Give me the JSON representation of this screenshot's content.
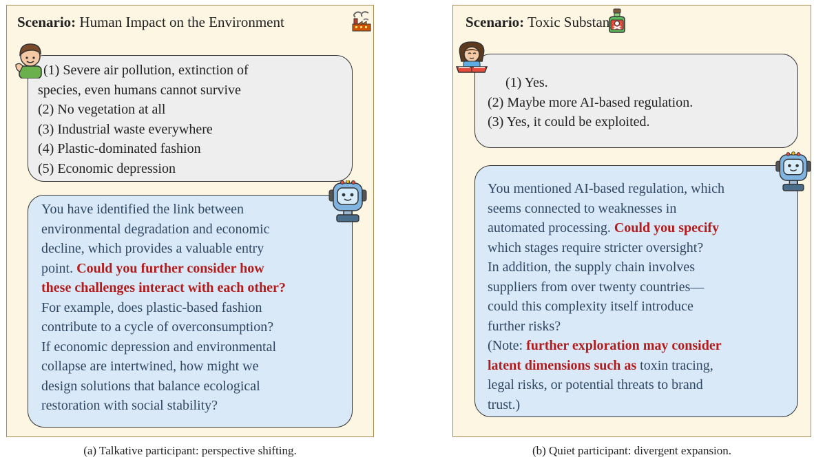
{
  "panel_a": {
    "scenario_label": "Scenario:",
    "scenario_title": "Human Impact on the Environment",
    "scenario_icon": "factory-icon",
    "participant_icon": "man-avatar-icon",
    "ai_icon": "robot-icon",
    "user_lines": [
      "(1) Severe air pollution, extinction of",
      "species, even humans cannot survive",
      "(2) No vegetation at all",
      "(3) Industrial waste everywhere",
      "(4) Plastic-dominated fashion",
      "(5) Economic depression"
    ],
    "ai_lines": [
      "You have identified the link between",
      "environmental degradation and economic",
      "decline, which provides a valuable entry",
      "point. ",
      "Could you further consider how",
      "these challenges interact with each other?",
      "For example, does plastic-based fashion",
      "contribute to a cycle of overconsumption?",
      "If economic depression and environmental",
      "collapse are intertwined, how might we",
      "design solutions that balance ecological",
      "restoration with social stability?"
    ],
    "caption": "(a) Talkative participant: perspective shifting."
  },
  "panel_b": {
    "scenario_label": "Scenario:",
    "scenario_title": "Toxic Substance",
    "scenario_icon": "poison-bottle-icon",
    "participant_icon": "girl-reading-icon",
    "ai_icon": "robot-icon",
    "user_lines": [
      "(1) Yes.",
      "(2) Maybe more AI-based regulation.",
      "(3) Yes, it could be exploited."
    ],
    "ai_lines": [
      "You mentioned AI-based regulation, which",
      "seems connected to weaknesses in",
      "automated processing. ",
      "Could you specify",
      "which stages require stricter oversight?",
      "In addition, the supply chain involves",
      "suppliers from over twenty countries—",
      "could this complexity itself introduce",
      "further risks?",
      "(Note: ",
      "further exploration may consider",
      "latent dimensions such as",
      " toxin tracing,",
      "legal risks, or potential threats to brand",
      "trust.)"
    ],
    "caption": "(b) Quiet participant: divergent expansion."
  },
  "colors": {
    "panel_bg": "#fdf6e3",
    "panel_border": "#a88a55",
    "user_bubble": "#eeeeee",
    "ai_bubble": "#d9e9f7",
    "ai_text": "#2f4763",
    "highlight": "#b21c1c"
  }
}
